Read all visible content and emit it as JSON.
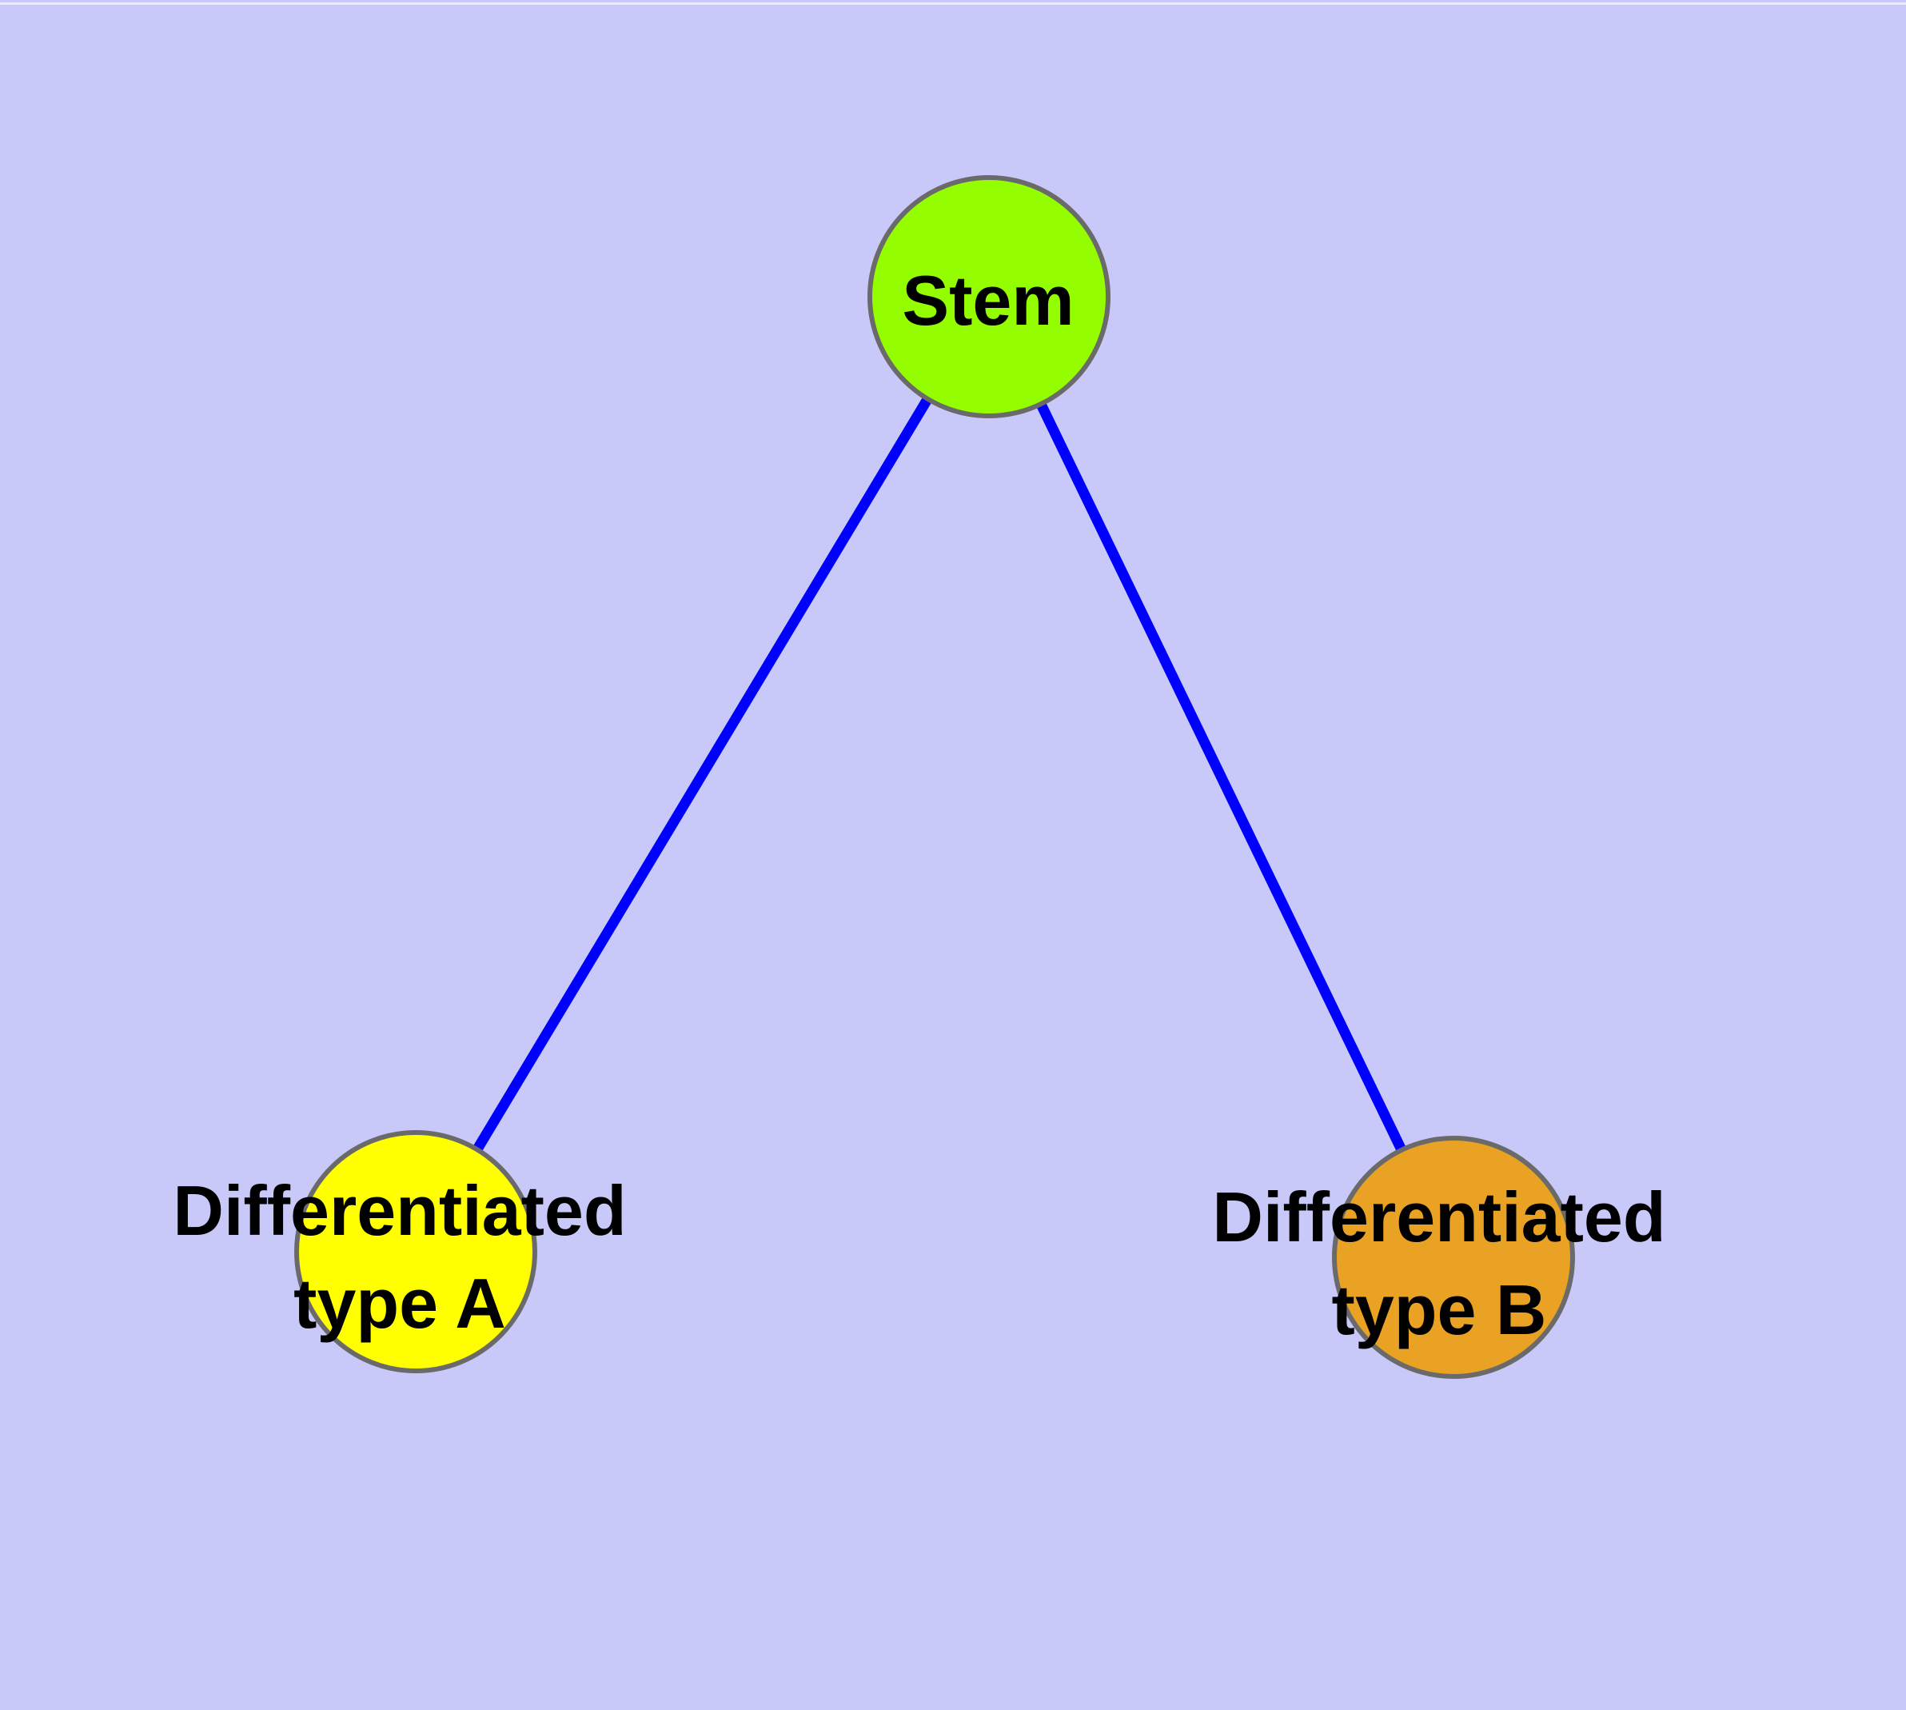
{
  "colors": {
    "background": "#C9C9F9",
    "edge": "#0000FF",
    "node-border": "#6A6A6A",
    "label": "#000000",
    "stem-fill": "#94FE00",
    "type-a-fill": "#FFFF00",
    "type-b-fill": "#E9A223"
  },
  "diagram": {
    "type": "node-link-graph",
    "nodes": [
      {
        "id": "stem",
        "label": "Stem",
        "shape": "circle",
        "fill": "#94FE00"
      },
      {
        "id": "type-a",
        "label": "Differentiated\ntype A",
        "shape": "circle",
        "fill": "#FFFF00"
      },
      {
        "id": "type-b",
        "label": "Differentiated\ntype B",
        "shape": "circle",
        "fill": "#E9A223"
      }
    ],
    "edges": [
      {
        "from": "stem",
        "to": "type-a"
      },
      {
        "from": "stem",
        "to": "type-b"
      }
    ]
  }
}
